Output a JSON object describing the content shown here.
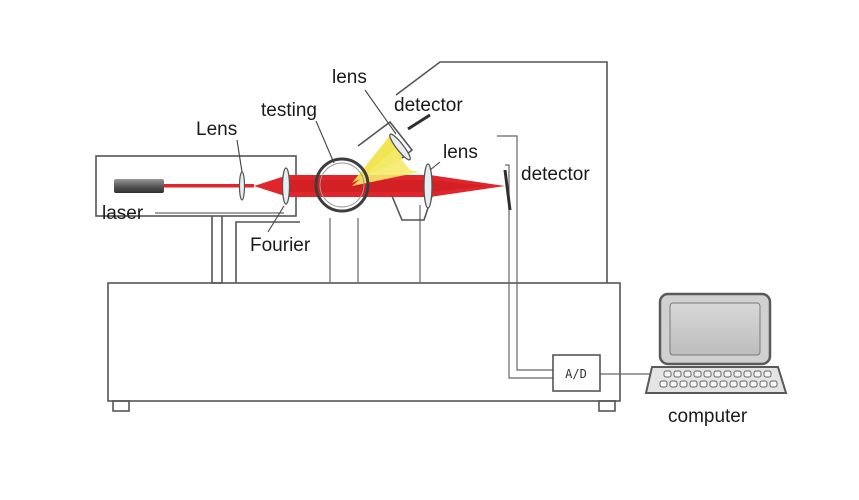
{
  "labels": {
    "lens_top": "lens",
    "detector_top": "detector",
    "lens_left": "Lens",
    "testing": "testing",
    "lens_right": "lens",
    "detector_right": "detector",
    "laser": "laser",
    "fourier": "Fourier",
    "ad": "A/D",
    "computer": "computer"
  },
  "colors": {
    "beam": "#e0262a",
    "beam_dark": "#c41a1f",
    "scatter": "#f2e34a",
    "laser_body": "#6a6a6a",
    "lens_fill": "#e8edf2",
    "frame": "#555555"
  }
}
